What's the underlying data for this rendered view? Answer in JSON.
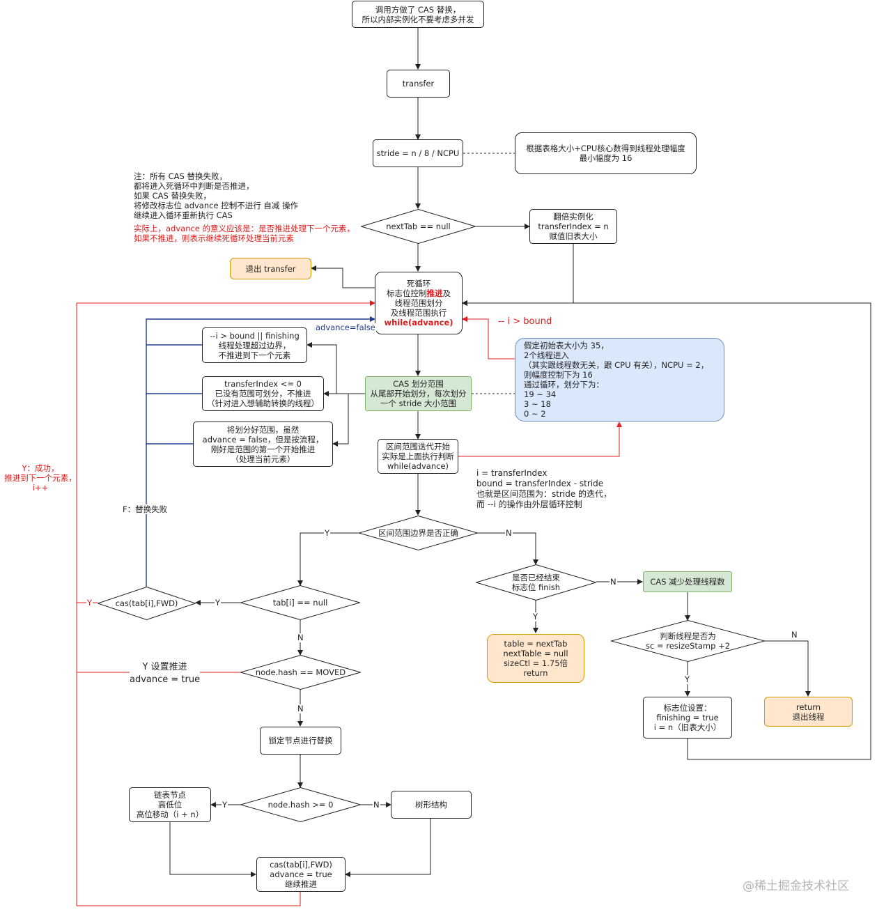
{
  "nodes": {
    "start": "调用方做了 CAS 替换，\n所以内部实例化不要考虑多并发",
    "transfer": "transfer",
    "stride": "stride = n / 8 / NCPU",
    "stride_note": "根据表格大小+CPU核心数得到线程处理幅度\n最小幅度为 16",
    "nexttab": "nextTab == null",
    "double": "翻倍实例化\ntransferIndex = n\n赋值旧表大小",
    "exit_transfer": "退出 transfer",
    "loop_pre": "死循环\n标志位控制",
    "loop_em": "推进",
    "loop_post": "及\n线程范围划分\n及线程范围执行",
    "loop_while": "while(advance)",
    "c1": "--i > bound || finishing\n线程处理超过边界，\n不推进到下一个元素",
    "c2": "transferIndex <= 0\n已没有范围可划分，不推进\n（针对进入想辅助转换的线程）",
    "c3": "将划分好范围，虽然\nadvance = false，但是按流程，\n刚好是范围的第一个开始推进\n（处理当前元素）",
    "cas_range": "CAS 划分范围\n从尾部开始划分，每次划分\n一个 stride 大小范围",
    "example": "假定初始表大小为 35，\n2个线程进入\n（其实跟线程数无关，跟 CPU 有关），NCPU = 2，\n则幅度控制下为 16\n通过循环，划分下为：\n19 ~ 34\n3 ~ 18\n0 ~ 2",
    "iter": "区间范围迭代开始\n实际是上面执行判断\nwhile(advance)",
    "bound_correct": "区间范围边界是否正确",
    "finished": "是否已经结束\n标志位 finish",
    "final": "table = nextTab\nnextTable = null\nsizeCtl = 1.75倍\nreturn",
    "cas_reduce": "CAS 减少处理线程数",
    "judge": "判断线程是否为\nsc = resizeStamp +2",
    "return_exit": "return\n退出线程",
    "flag_set": "标志位设置：\nfinishing = true\ni = n（旧表大小）",
    "tabnull": "tab[i] == null",
    "cas_fwd": "cas(tab[i],FWD)",
    "moved": "node.hash == MOVED",
    "lock": "锁定节点进行替换",
    "hash_ge": "node.hash >= 0",
    "linked": "链表节点\n高低位\n高位移动（i + n）",
    "tree": "树形结构",
    "cas_fwd2": "cas(tab[i],FWD)\nadvance = true\n继续推进"
  },
  "notes": {
    "note_black": "注：所有 CAS 替换失败，\n都将进入死循环中判断是否推进，\n如果 CAS 替换失败，\n将修改标志位 advance 控制不进行 自减 操作\n继续进入循环重新执行 CAS",
    "note_red": "实际上，advance 的意义应该是：是否推进处理下一个元素，\n如果不推进，则表示继续死循环处理当前元素",
    "i_note": "i = transferIndex\nbound = transferIndex - stride\n也就是区间范围为：stride 的迭代，\n而 --i 的操作由外层循环控制",
    "y_success": "Y：成功，\n推进到下一个元素，\ni++",
    "f_fail": "F：替换失败",
    "y_advance": "Y 设置推进\nadvance = true"
  },
  "labels": {
    "advance_false": "advance=false",
    "dec_bound": "-- i > bound",
    "y": "Y",
    "n": "N"
  },
  "watermark": "@稀土掘金技术社区",
  "colors": {
    "red": "#e01b1b",
    "blue": "#1f3a93",
    "green_fill": "#d5e8d4",
    "orange_fill": "#ffe6cc",
    "blue_fill": "#dae8fc"
  }
}
